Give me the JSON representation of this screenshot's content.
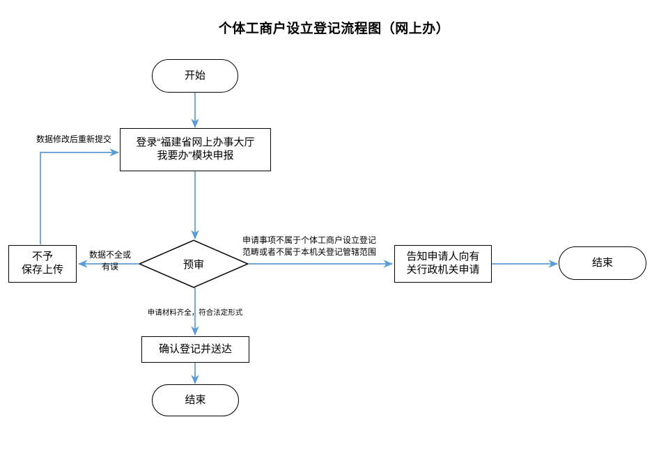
{
  "title": "个体工商户设立登记流程图（网上办）",
  "colors": {
    "connector": "#5B9BD5",
    "node_border": "#000000",
    "node_fill": "#FFFFFF",
    "text": "#000000"
  },
  "flowchart": {
    "type": "flowchart",
    "nodes": [
      {
        "id": "start",
        "shape": "terminator",
        "label": "开始"
      },
      {
        "id": "login",
        "shape": "process",
        "label": "登录“福建省网上办事大厅\n我要办”模块申报"
      },
      {
        "id": "review",
        "shape": "decision",
        "label": "预审"
      },
      {
        "id": "reject",
        "shape": "process",
        "label": "不予\n保存上传"
      },
      {
        "id": "notify",
        "shape": "process",
        "label": "告知申请人向有\n关行政机关申请"
      },
      {
        "id": "end_right",
        "shape": "terminator",
        "label": "结束"
      },
      {
        "id": "confirm",
        "shape": "process",
        "label": "确认登记并送达"
      },
      {
        "id": "end_bottom",
        "shape": "terminator",
        "label": "结束"
      }
    ],
    "edges": [
      {
        "from": "start",
        "to": "login",
        "label": ""
      },
      {
        "from": "login",
        "to": "review",
        "label": ""
      },
      {
        "from": "review",
        "to": "reject",
        "label": "数据不全或\n有误"
      },
      {
        "from": "reject",
        "to": "login",
        "label": "数据修改后重新提交"
      },
      {
        "from": "review",
        "to": "notify",
        "label": "申请事项不属于个体工商户设立登记\n范畴或者不属于本机关登记管辖范围"
      },
      {
        "from": "notify",
        "to": "end_right",
        "label": ""
      },
      {
        "from": "review",
        "to": "confirm",
        "label": "申请材料齐全，符合法定形式"
      },
      {
        "from": "confirm",
        "to": "end_bottom",
        "label": ""
      }
    ]
  }
}
